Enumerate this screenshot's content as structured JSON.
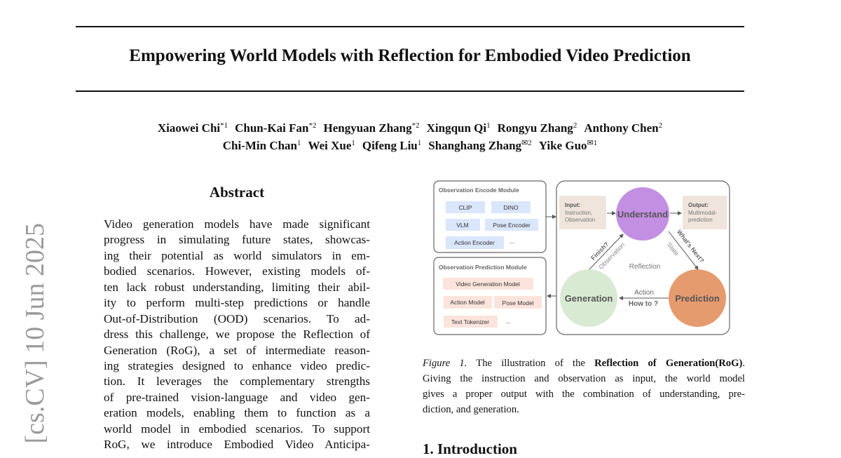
{
  "paper": {
    "title": "Empowering World Models with Reflection for Embodied Video Prediction",
    "authors_line1": [
      {
        "name": "Xiaowei Chi",
        "sup": "*1"
      },
      {
        "name": "Chun-Kai Fan",
        "sup": "*2"
      },
      {
        "name": "Hengyuan Zhang",
        "sup": "*2"
      },
      {
        "name": "Xingqun Qi",
        "sup": "1"
      },
      {
        "name": "Rongyu Zhang",
        "sup": "2"
      },
      {
        "name": "Anthony Chen",
        "sup": "2"
      }
    ],
    "authors_line2": [
      {
        "name": "Chi-Min Chan",
        "sup": "1"
      },
      {
        "name": "Wei Xue",
        "sup": "1"
      },
      {
        "name": "Qifeng Liu",
        "sup": "1"
      },
      {
        "name": "Shanghang Zhang",
        "sup": "✉2"
      },
      {
        "name": "Yike Guo",
        "sup": "✉1"
      }
    ],
    "arxiv_stamp": "[cs.CV]  10 Jun 2025",
    "abstract_heading": "Abstract",
    "abstract_lines": [
      "Video generation models have made significant",
      "progress in simulating future states, showcas-",
      "ing their potential as world simulators in em-",
      "bodied scenarios. However, existing models of-",
      "ten lack robust understanding, limiting their abil-",
      "ity to perform multi-step predictions or handle",
      "Out-of-Distribution (OOD) scenarios.  To ad-",
      "dress this challenge, we propose the Reflection of",
      "Generation (RoG), a set of intermediate reason-",
      "ing strategies designed to enhance video predic-",
      "tion.  It leverages the complementary strengths",
      "of pre-trained vision-language and video gen-",
      "eration models, enabling them to function as a",
      "world model in embodied scenarios. To support",
      "RoG, we introduce Embodied Video Anticipa-"
    ],
    "caption": {
      "label": "Figure 1.",
      "text1": "The illustration of the",
      "bold": "Reflection of Generation(RoG)",
      "text1_end": ".",
      "lines": [
        "Giving the instruction and observation as input, the world model",
        "gives a proper output with the combination of understanding, pre-",
        "diction, and generation."
      ]
    },
    "section_heading": "1. Introduction"
  },
  "figure": {
    "encode_module": {
      "title": "Observation Encode Module",
      "items": [
        "CLIP",
        "DINO",
        "VLM",
        "Pose Encoder",
        "Action Encoder",
        "..."
      ]
    },
    "prediction_module": {
      "title": "Observation Prediction Module",
      "items": [
        "Video Generation Model",
        "Action Model",
        "Pose Model",
        "Text Tokenizer",
        "..."
      ]
    },
    "input": {
      "label": "Input:",
      "line1": "Instruction,",
      "line2": "Observation"
    },
    "output": {
      "label": "Output:",
      "line1": "Multimodal-",
      "line2": "prediction"
    },
    "nodes": {
      "understand": "Understand",
      "generation": "Generation",
      "prediction": "Prediction"
    },
    "center_label": "Reflection",
    "edges": {
      "finish": "Finish?",
      "observation": "Observation",
      "whats_next": "What's Next?",
      "state": "State",
      "action": "Action",
      "how_to": "How to ?"
    },
    "colors": {
      "understand": "#c38fe3",
      "generation": "#d9ead3",
      "prediction": "#e69b6e",
      "encoder_box": "#dae6fb",
      "predictor_box": "#fce4dc",
      "io_box": "#efe5dc"
    }
  }
}
